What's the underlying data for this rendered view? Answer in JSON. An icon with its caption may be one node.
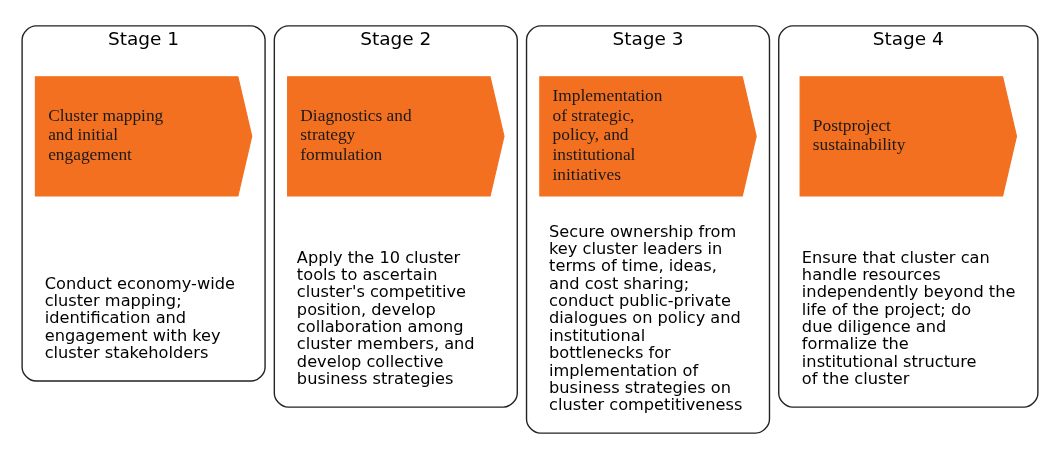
{
  "diagram": {
    "nodes": [
      {
        "text": [
          "Stage 1",
          "Conduct economy-wide cluster mapping; identification and engagement with key cluster stakeholders"
        ]
      },
      {
        "text": [
          "Cluster mapping and initial engagement"
        ],
        "in": 0
      },
      {
        "text": [
          "Stage 2",
          "Apply the 10 cluster tools to ascertain cluster's competitive position, develop collaboration among cluster members, and develop collective business strategies"
        ]
      },
      {
        "text": [
          "Diagnostics and strategy formulation"
        ],
        "in": 2
      },
      {
        "text": [
          "Stage 3",
          "Secure ownership from key cluster leaders in terms of time, ideas, and cost sharing; conduct public-private dialogues on policy and institutional bottlenecks for implementation of business strategies on cluster competitiveness"
        ]
      },
      {
        "text": [
          "Implementation of strategic, policy, and institutional initiatives"
        ],
        "in": 4
      },
      {
        "text": [
          "Stage 4",
          "Ensure that cluster can handle resources independently beyond the life of the project; do due diligence and formalize the institutional structure of the cluster"
        ]
      },
      {
        "text": [
          "Postproject sustainability"
        ],
        "in": 6
      }
    ],
    "edges": []
  }
}
